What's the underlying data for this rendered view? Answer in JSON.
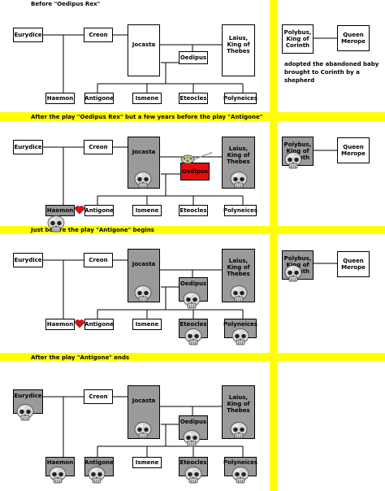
{
  "panels": [
    {
      "title": "Before \"Oedipus Rex\"",
      "people": {
        "eurydice": "Eurydice",
        "creon": "Creon",
        "jocasta": "Jocasta",
        "laius": "Laius,\nKing of\nThebes",
        "oedipus": "Oedipus",
        "haemon": "Haemon",
        "antigone": "Antigone",
        "ismene": "Ismene",
        "eteocles": "Eteocles",
        "polyneices": "Polyneices",
        "polybus": "Polybus,\nKing of\nCorinth",
        "merope": "Queen\nMerope"
      },
      "note": "adopted the abandoned baby brought to Corinth by a shepherd"
    },
    {
      "title": "After the play \"Oedipus Rex\" but a few years before the play \"Antigone\"",
      "people": {
        "eurydice": "Eurydice",
        "creon": "Creon",
        "jocasta": "Jocasta",
        "laius": "Laius,\nKing of\nThebes",
        "oedipus": "Oedipus",
        "haemon": "Haemon",
        "antigone": "Antigone",
        "ismene": "Ismene",
        "eteocles": "Eteocles",
        "polyneices": "Polyneices",
        "polybus": "Polybus,\nKing of\nCorinth",
        "merope": "Queen\nMerope"
      }
    },
    {
      "title": "Just before the play \"Antigone\" begins",
      "people": {
        "eurydice": "Eurydice",
        "creon": "Creon",
        "jocasta": "Jocasta",
        "laius": "Laius,\nKing of\nThebes",
        "oedipus": "Oedipus",
        "haemon": "Haemon",
        "antigone": "Antigone",
        "ismene": "Ismene",
        "eteocles": "Eteocles",
        "polyneices": "Polyneices",
        "polybus": "Polybus,\nKing of\nCorinth",
        "merope": "Queen\nMerope"
      }
    },
    {
      "title": "After the play \"Antigone\" ends",
      "people": {
        "eurydice": "Eurydice",
        "creon": "Creon",
        "jocasta": "Jocasta",
        "laius": "Laius,\nKing of\nThebes",
        "oedipus": "Oedipus",
        "haemon": "Haemon",
        "antigone": "Antigone",
        "ismene": "Ismene",
        "eteocles": "Eteocles",
        "polyneices": "Polyneices"
      }
    }
  ],
  "colors": {
    "band": "#ffff00",
    "dead": "#9a9a9a",
    "alive": "#ffffff",
    "blinded": "#e01010",
    "heart": "#dd1111"
  },
  "icons": {
    "death": "skull-icon",
    "love": "heart-icon",
    "blinding": "brooch-pin-icon"
  }
}
